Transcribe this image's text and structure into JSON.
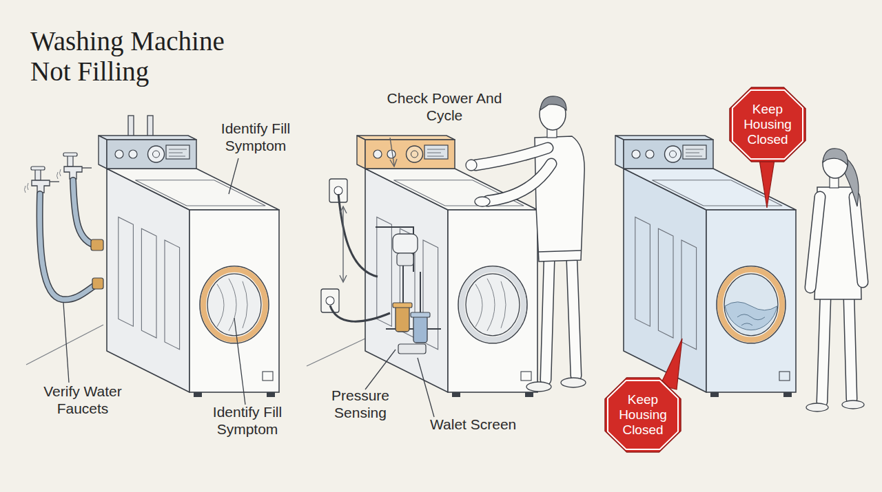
{
  "diagram": {
    "title": "Washing Machine Not Filling",
    "nodes": [
      {
        "text": [
          "Keep Housing Closed"
        ]
      },
      {
        "text": [
          "Keep Housing Closed"
        ]
      }
    ],
    "labels": [
      "Identify Fill Symptom",
      "Verify Water Faucets",
      "Identify Fill Symptom",
      "Check Power And Cycle",
      "Pressure Sensing",
      "Walet Screen"
    ]
  }
}
